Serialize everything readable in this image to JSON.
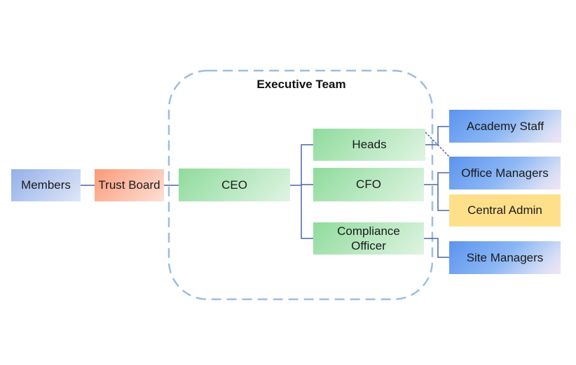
{
  "container": {
    "title": "Executive Team"
  },
  "nodes": {
    "members": "Members",
    "trust_board": "Trust Board",
    "ceo": "CEO",
    "heads": "Heads",
    "cfo": "CFO",
    "compliance_officer": "Compliance Officer",
    "academy_staff": "Academy Staff",
    "office_managers": "Office Managers",
    "central_admin": "Central Admin",
    "site_managers": "Site Managers"
  },
  "colors": {
    "connector": "#4a66a6",
    "container_border": "#9dbde0"
  }
}
